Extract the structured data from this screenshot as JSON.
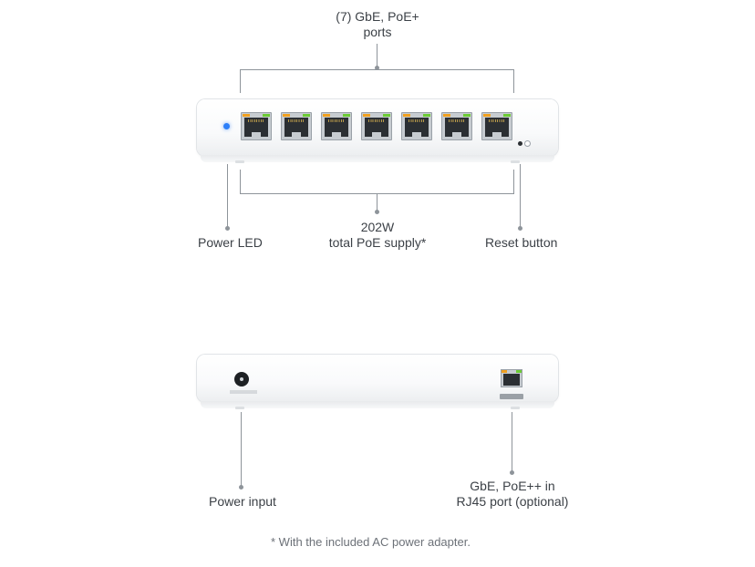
{
  "top_view": {
    "ports_label_line1": "(7) GbE, PoE+",
    "ports_label_line2": "ports",
    "power_led_label": "Power LED",
    "poe_supply_line1": "202W",
    "poe_supply_line2": "total PoE supply*",
    "reset_label": "Reset button",
    "led_color": "#2d7ff9"
  },
  "rear_view": {
    "power_input_label": "Power input",
    "uplink_label_line1": "GbE, PoE++ in",
    "uplink_label_line2": "RJ45 port (optional)"
  },
  "footnote": "* With the included AC power adapter.",
  "colors": {
    "callout_line": "#8e949a",
    "port_led_orange": "#f0a020",
    "port_led_green": "#6ccc34"
  }
}
